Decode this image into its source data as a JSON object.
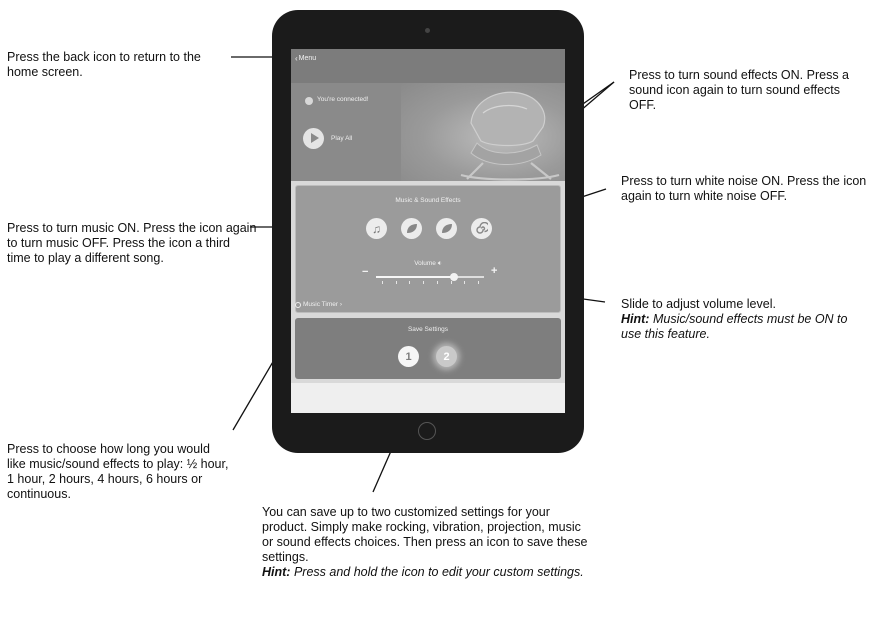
{
  "callouts": {
    "back": "Press the back icon to return to the home screen.",
    "sound_effects": "Press to turn sound effects ON. Press a sound icon again to turn sound effects OFF.",
    "white_noise": "Press to turn white noise ON. Press the icon again to turn white noise OFF.",
    "music": "Press to turn music ON. Press the icon again to turn music OFF. Press the icon a third time to play a different song.",
    "volume": {
      "text": "Slide to adjust volume level.",
      "hint_label": "Hint:",
      "hint_text": "Music/sound effects must be ON to use this feature."
    },
    "timer": "Press to choose how long you would like music/sound effects to play: ½ hour, 1 hour, 2 hours, 4 hours, 6 hours or continuous.",
    "save": {
      "text": "You can save up to two customized settings for your product. Simply make rocking, vibration, projection, music or sound effects choices. Then press an icon to save these settings.",
      "hint_label": "Hint:",
      "hint_text": "Press and hold the icon to edit your custom settings."
    }
  },
  "app": {
    "back_label": "Menu",
    "connection_status": "You're connected!",
    "play_all_label": "Play All",
    "music_panel_title": "Music & Sound Effects",
    "volume_label": "Volume",
    "volume_level": 0.72,
    "timer_label": "Music Timer",
    "save_panel_title": "Save Settings",
    "save_slot_1": "1",
    "save_slot_2": "2",
    "effect_icons": [
      "music-note-icon",
      "leaf-sound-icon",
      "leaf-sound-icon",
      "spiral-white-noise-icon"
    ]
  },
  "colors": {
    "tablet_bezel": "#1b1b1b",
    "header_bar": "#7c7c7c",
    "music_panel": "#9b9b9b",
    "save_panel": "#7e7e7e"
  }
}
